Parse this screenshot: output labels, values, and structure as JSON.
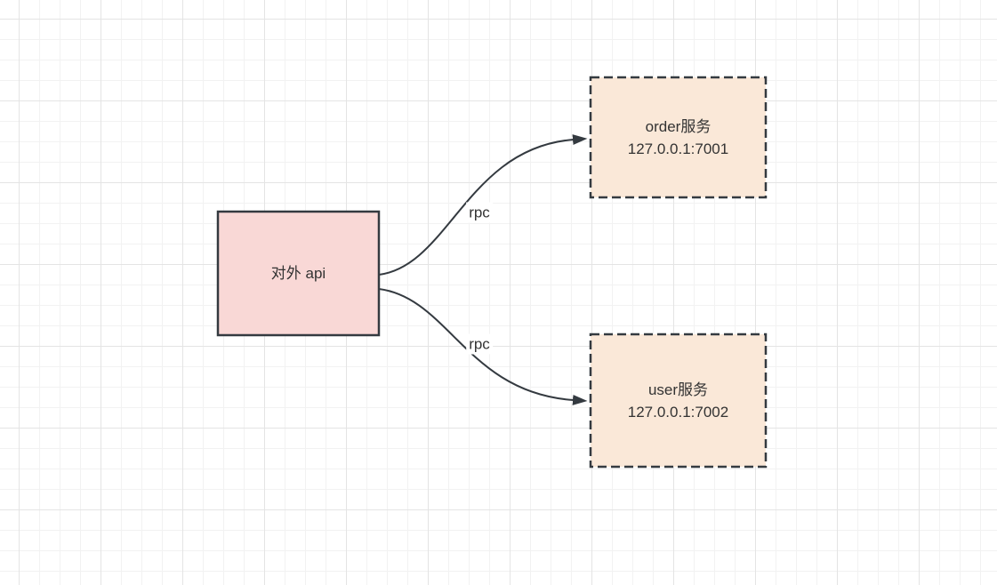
{
  "colors": {
    "canvas_bg": "#ffffff",
    "grid_minor": "#f2f2f2",
    "grid_major": "#e4e4e4",
    "node_stroke": "#343a40",
    "edge": "#343a40",
    "text": "#333333",
    "api_fill": "#f9d8d6",
    "service_fill": "#fae8d8"
  },
  "nodes": {
    "api": {
      "label": "对外 api"
    },
    "order": {
      "name": "order服务",
      "address": "127.0.0.1:7001"
    },
    "user": {
      "name": "user服务",
      "address": "127.0.0.1:7002"
    }
  },
  "edges": {
    "api_to_order": {
      "label": "rpc"
    },
    "api_to_user": {
      "label": "rpc"
    }
  }
}
